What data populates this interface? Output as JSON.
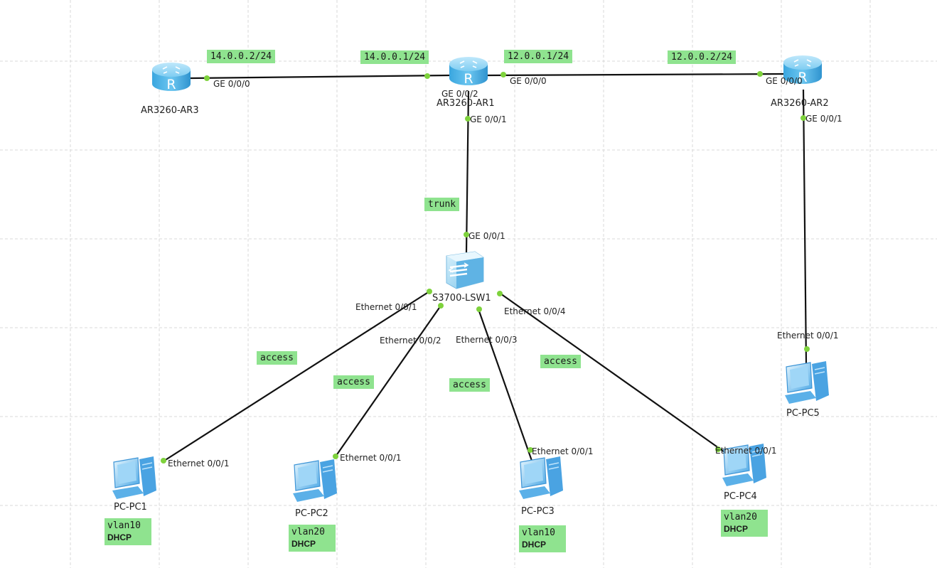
{
  "devices": {
    "ar3": {
      "name": "AR3260-AR3",
      "icon": "router-icon"
    },
    "ar1": {
      "name": "AR3260-AR1",
      "icon": "router-icon"
    },
    "ar2": {
      "name": "AR3260-AR2",
      "icon": "router-icon"
    },
    "lsw1": {
      "name": "S3700-LSW1",
      "icon": "switch-icon"
    },
    "pc1": {
      "name": "PC-PC1",
      "icon": "pc-icon"
    },
    "pc2": {
      "name": "PC-PC2",
      "icon": "pc-icon"
    },
    "pc3": {
      "name": "PC-PC3",
      "icon": "pc-icon"
    },
    "pc4": {
      "name": "PC-PC4",
      "icon": "pc-icon"
    },
    "pc5": {
      "name": "PC-PC5",
      "icon": "pc-icon"
    }
  },
  "ports": {
    "ar3_g000": "GE 0/0/0",
    "ar1_g002": "GE 0/0/2",
    "ar1_g000": "GE 0/0/0",
    "ar1_g001": "GE 0/0/1",
    "ar2_g000": "GE 0/0/0",
    "ar2_g001": "GE 0/0/1",
    "lsw1_g001": "GE 0/0/1",
    "lsw1_e1": "Ethernet 0/0/1",
    "lsw1_e2": "Ethernet 0/0/2",
    "lsw1_e3": "Ethernet 0/0/3",
    "lsw1_e4": "Ethernet 0/0/4",
    "pc1_e1": "Ethernet 0/0/1",
    "pc2_e1": "Ethernet 0/0/1",
    "pc3_e1": "Ethernet 0/0/1",
    "pc4_e1": "Ethernet 0/0/1",
    "pc5_e1": "Ethernet 0/0/1"
  },
  "tags": {
    "ar3_ip": "14.0.0.2/24",
    "ar1_ip_left": "14.0.0.1/24",
    "ar1_ip_right": "12.0.0.1/24",
    "ar2_ip": "12.0.0.2/24",
    "trunk": "trunk",
    "access1": "access",
    "access2": "access",
    "access3": "access",
    "access4": "access"
  },
  "pc_notes": {
    "pc1": {
      "vlan": "vlan10",
      "mode": "DHCP"
    },
    "pc2": {
      "vlan": "vlan20",
      "mode": "DHCP"
    },
    "pc3": {
      "vlan": "vlan10",
      "mode": "DHCP"
    },
    "pc4": {
      "vlan": "vlan20",
      "mode": "DHCP"
    }
  },
  "colors": {
    "link": "#111111",
    "port_dot": "#7ed23c",
    "tag_bg": "#8fe38f",
    "router": "#4fb6e8",
    "grid": "#d8d8d8"
  }
}
